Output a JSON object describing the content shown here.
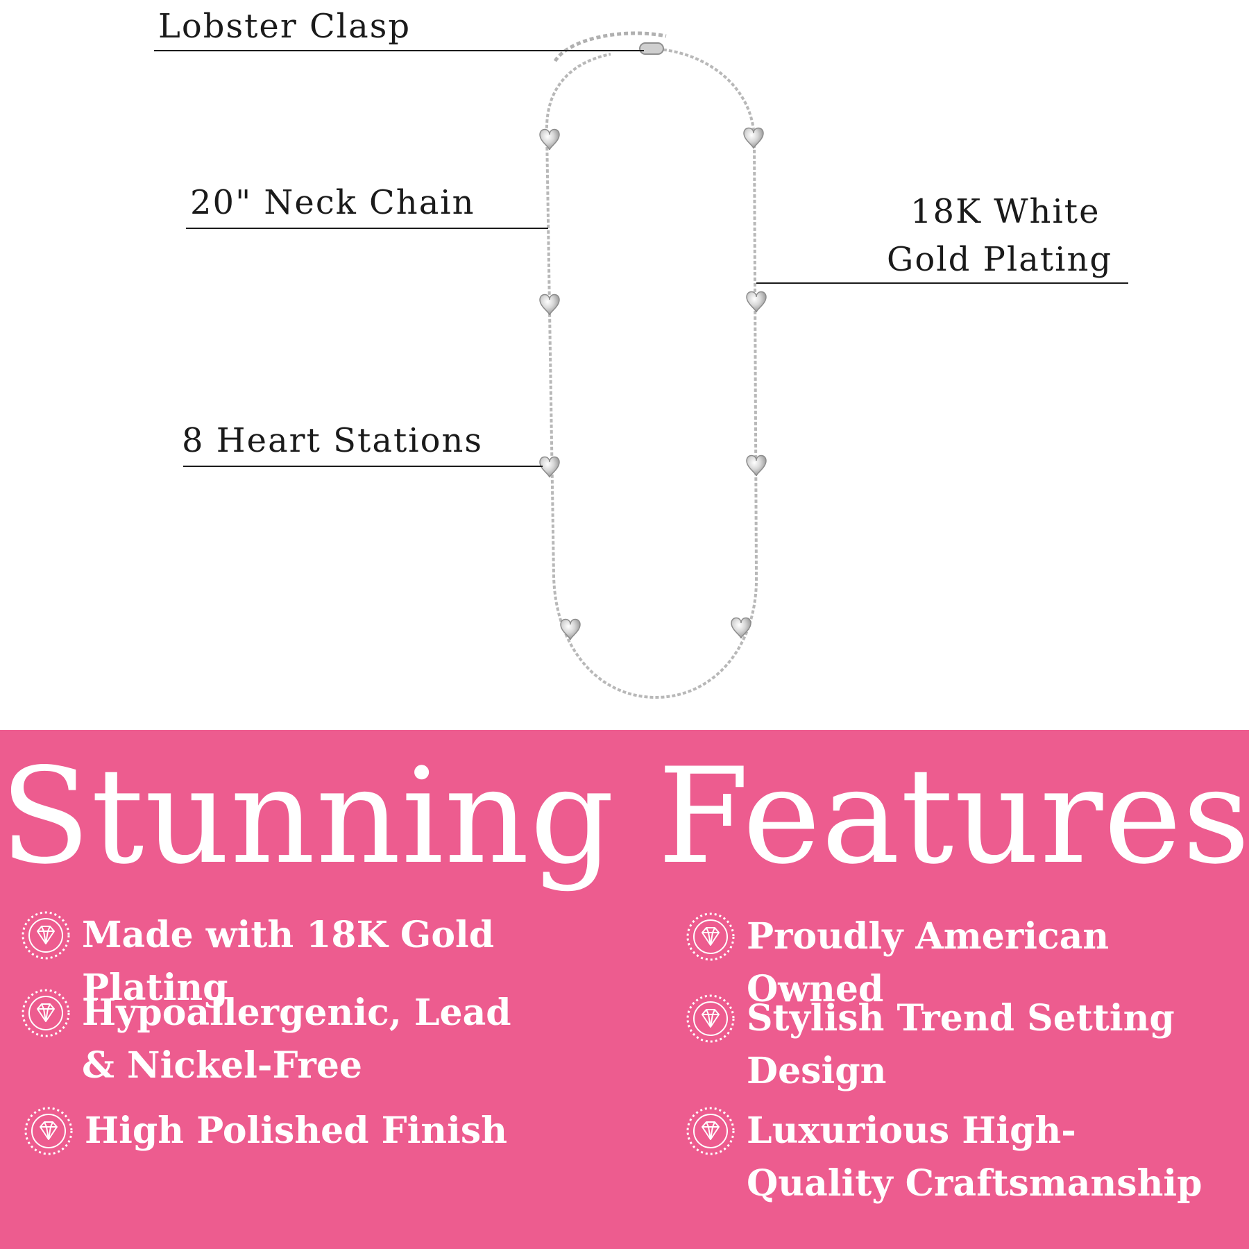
{
  "callouts": {
    "lobster_clasp": "Lobster Clasp",
    "neck_chain": "20\" Neck Chain",
    "plating_line1": "18K White",
    "plating_line2": "Gold Plating",
    "heart_stations": "8 Heart Stations"
  },
  "banner": {
    "title": "Stunning Features"
  },
  "features": {
    "left": [
      {
        "text": "Made with 18K Gold Plating",
        "icon": "diamond-icon"
      },
      {
        "text": "Hypoallergenic, Lead & Nickel-Free",
        "icon": "diamond-icon"
      },
      {
        "text": "High Polished Finish",
        "icon": "diamond-icon"
      }
    ],
    "right": [
      {
        "text": "Proudly American Owned",
        "icon": "diamond-icon"
      },
      {
        "text": "Stylish Trend Setting Design",
        "icon": "diamond-icon"
      },
      {
        "text": "Luxurious High-Quality Craftsmanship",
        "icon": "diamond-icon"
      }
    ]
  },
  "colors": {
    "banner_bg": "#ed5c8f",
    "banner_text": "#ffffff",
    "callout_text": "#1a1a1a",
    "chain_silver": "#b8b8b8"
  }
}
